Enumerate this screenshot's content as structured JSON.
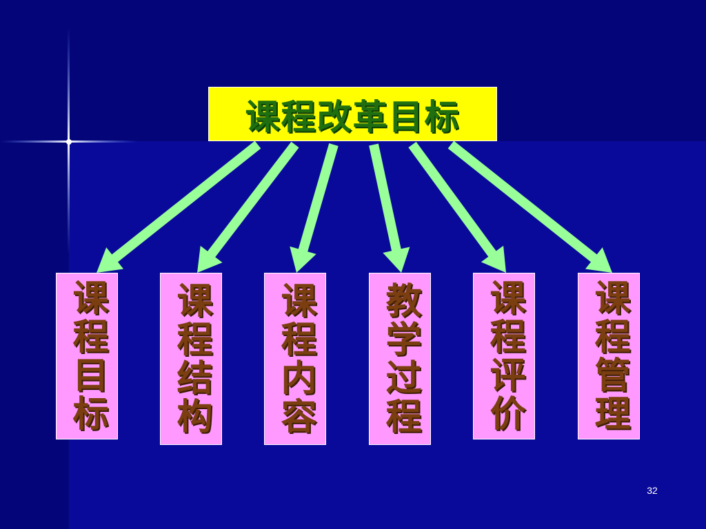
{
  "diagram": {
    "root": {
      "label": "课程改革目标",
      "color": "#ffff00",
      "text_color": "#1f6f10"
    },
    "children": [
      {
        "label": "课程目标"
      },
      {
        "label": "课程结构"
      },
      {
        "label": "课程内容"
      },
      {
        "label": "教学过程"
      },
      {
        "label": "课程评价"
      },
      {
        "label": "课程管理"
      }
    ],
    "child_color": "#ff99ff",
    "child_text_color": "#7a3e10",
    "arrow_color": "#99ff99"
  },
  "footer": {
    "page_number": "32"
  },
  "colors": {
    "background": "#0a0a9a",
    "band": "#05057a"
  }
}
